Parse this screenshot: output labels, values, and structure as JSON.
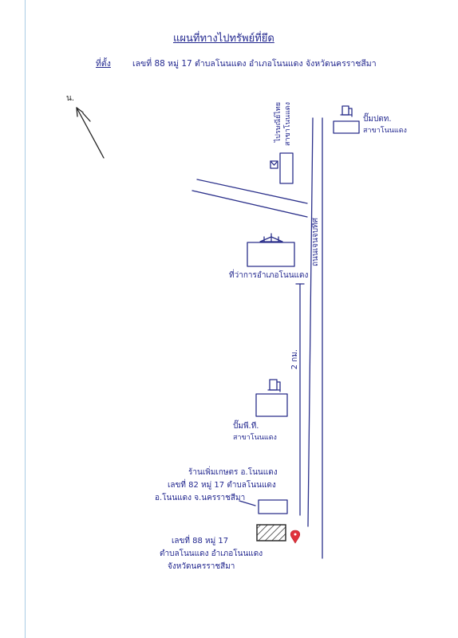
{
  "header": {
    "title": "แผนที่ทางไปทรัพย์ที่ยึด",
    "location_label": "ที่ตั้ง",
    "location_text": "เลขที่ 88 หมู่ 17 ตำบลโนนแดง อำเภอโนนแดง จังหวัดนครราชสีมา"
  },
  "north": {
    "label": "น."
  },
  "road": {
    "name": "ถนนเจนจบทิศ"
  },
  "distance": {
    "label": "2 กม."
  },
  "landmarks": {
    "post_office": {
      "line1": "ไปรษณีย์ไทย",
      "line2": "สาขาโนนแดง"
    },
    "gas_ptt": {
      "line1": "ปั๊มปตท.",
      "line2": "สาขาโนนแดง"
    },
    "district_office": {
      "label": "ที่ว่าการอำเภอโนนแดง"
    },
    "gas_pt": {
      "line1": "ปั๊มพี.ที.",
      "line2": "สาขาโนนแดง"
    },
    "neighbor_shop": {
      "line1": "ร้านเพิ่มเกษตร อ.โนนแดง",
      "line2": "เลขที่ 82 หมู่ 17 ตำบลโนนแดง",
      "line3": "อ.โนนแดง จ.นครราชสีมา"
    },
    "target": {
      "line1": "เลขที่ 88 หมู่ 17",
      "line2": "ตำบลโนนแดง อำเภอโนนแดง",
      "line3": "จังหวัดนครราชสีมา"
    }
  },
  "colors": {
    "ink": "#23288f",
    "marker": "#e0323c",
    "margin": "#a9cbe4"
  }
}
